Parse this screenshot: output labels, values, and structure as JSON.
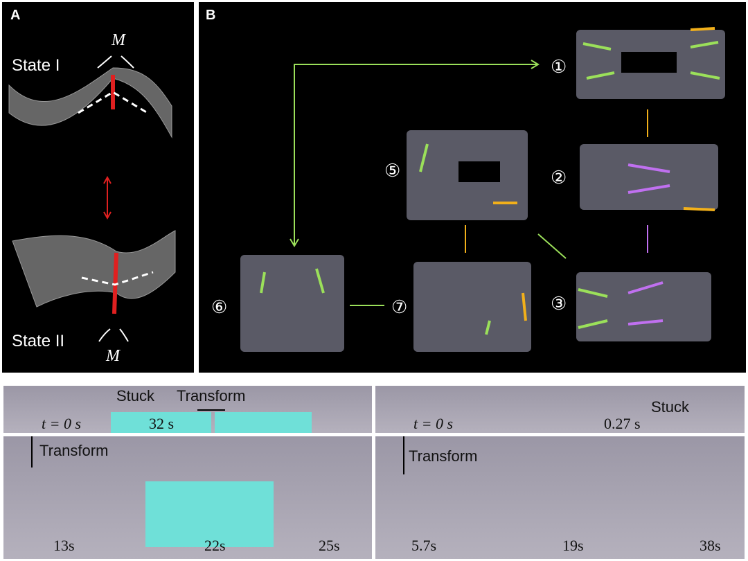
{
  "panel_a": {
    "label": "A",
    "state1": "State I",
    "state2": "State II",
    "moment": "M"
  },
  "panel_b": {
    "label": "B",
    "states": [
      "①",
      "②",
      "③",
      "⑤",
      "⑥",
      "⑦"
    ]
  },
  "photos_left": {
    "stuck": "Stuck",
    "transform_top": "Transform",
    "t0": "t = 0 s",
    "t32": "32 s",
    "transform_bottom": "Transform",
    "t13": "13s",
    "t22": "22s",
    "t25": "25s"
  },
  "photos_right": {
    "t0": "t = 0 s",
    "stuck": "Stuck",
    "t027": "0.27 s",
    "transform": "Transform",
    "t57": "5.7s",
    "t19": "19s",
    "t38": "38s"
  },
  "colors": {
    "green": "#9be05a",
    "orange": "#f2b01a",
    "purple": "#c070f0",
    "red": "#e02020"
  }
}
